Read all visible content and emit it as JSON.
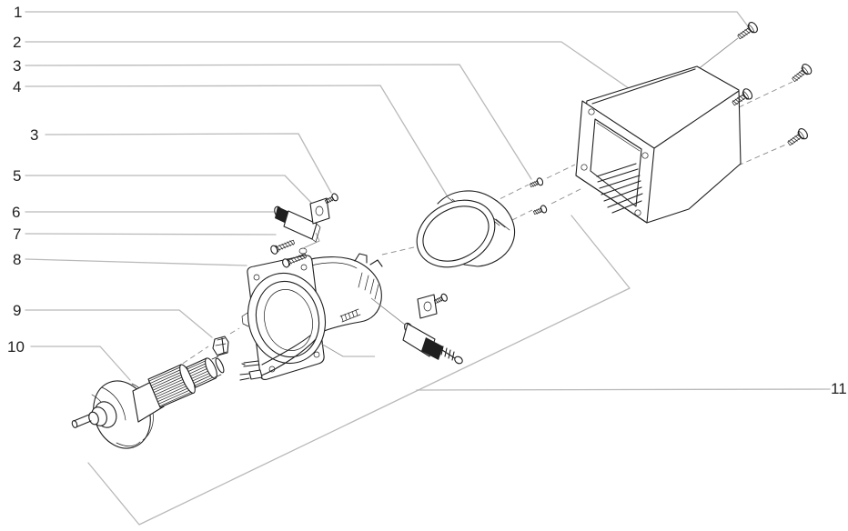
{
  "colors": {
    "background": "#ffffff",
    "line_art": "#1f1f1f",
    "leader_line": "#b9b9b9",
    "label_text": "#1f1f1f"
  },
  "callouts": [
    {
      "id": "callout-1",
      "text": "1"
    },
    {
      "id": "callout-2",
      "text": "2"
    },
    {
      "id": "callout-3",
      "text": "3"
    },
    {
      "id": "callout-4",
      "text": "4"
    },
    {
      "id": "callout-3b",
      "text": "3"
    },
    {
      "id": "callout-5",
      "text": "5"
    },
    {
      "id": "callout-6",
      "text": "6"
    },
    {
      "id": "callout-7",
      "text": "7"
    },
    {
      "id": "callout-8",
      "text": "8"
    },
    {
      "id": "callout-9",
      "text": "9"
    },
    {
      "id": "callout-10",
      "text": "10"
    },
    {
      "id": "callout-11",
      "text": "11"
    }
  ]
}
